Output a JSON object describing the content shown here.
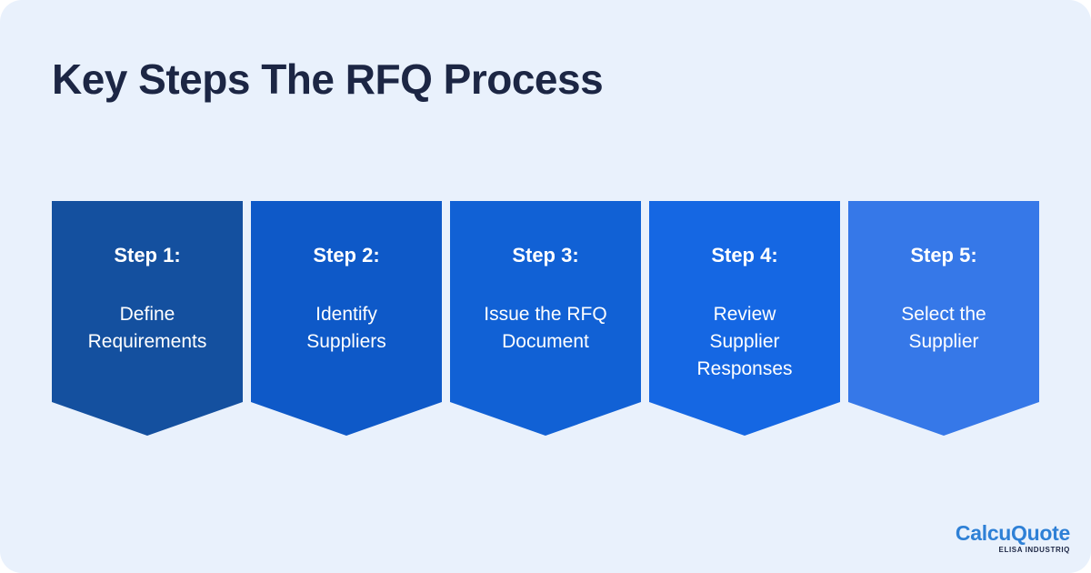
{
  "page": {
    "background_color": "#e9f1fc",
    "title": "Key Steps The RFQ Process",
    "title_color": "#1c2644"
  },
  "steps": [
    {
      "label": "Step 1:",
      "description": "Define\nRequirements",
      "color": "#14509f"
    },
    {
      "label": "Step 2:",
      "description": "Identify\nSuppliers",
      "color": "#0e59c8"
    },
    {
      "label": "Step 3:",
      "description": "Issue the RFQ\nDocument",
      "color": "#1161d5"
    },
    {
      "label": "Step 4:",
      "description": "Review\nSupplier\nResponses",
      "color": "#1567e3"
    },
    {
      "label": "Step 5:",
      "description": "Select the\nSupplier",
      "color": "#3678e8"
    }
  ],
  "logo": {
    "brand": "CalcuQuote",
    "brand_color": "#2e80d6",
    "sub_brand": "ELISA INDUSTRIQ",
    "sub_brand_color": "#1c2644"
  }
}
